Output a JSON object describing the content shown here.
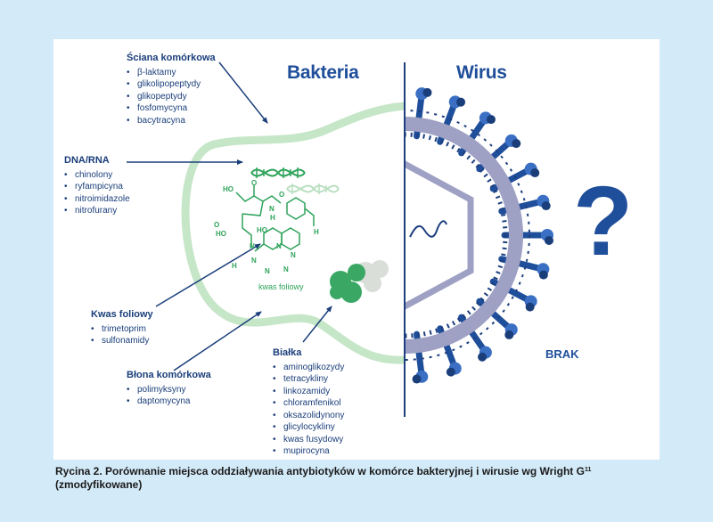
{
  "titles": {
    "bacteria": "Bakteria",
    "virus": "Wirus"
  },
  "question_mark": "?",
  "brak": "BRAK",
  "chem_label": "kwas foliowy",
  "chem_atoms": {
    "ho1": "HO",
    "o1": "O",
    "o2": "O",
    "nh": "N",
    "h1": "H",
    "o3": "O",
    "ho2": "HO",
    "h2": "H",
    "n1": "N",
    "n2": "N",
    "n3": "N",
    "n4": "N",
    "ho3": "HO",
    "h2n": "H",
    "n5": "N",
    "n6": "N"
  },
  "groups": {
    "cell_wall": {
      "title": "Ściana komórkowa",
      "items": [
        "β-laktamy",
        "glikolipopeptydy",
        "glikopeptydy",
        "fosfomycyna",
        "bacytracyna"
      ]
    },
    "dna_rna": {
      "title": "DNA/RNA",
      "items": [
        "chinolony",
        "ryfampicyna",
        "nitroimidazole",
        "nitrofurany"
      ]
    },
    "folic_acid": {
      "title": "Kwas foliowy",
      "items": [
        "trimetoprim",
        "sulfonamidy"
      ]
    },
    "membrane": {
      "title": "Błona komórkowa",
      "items": [
        "polimyksyny",
        "daptomycyna"
      ]
    },
    "proteins": {
      "title": "Białka",
      "items": [
        "aminoglikozydy",
        "tetracykliny",
        "linkozamidy",
        "chloramfenikol",
        "oksazolidynony",
        "glicylocykliny",
        "kwas fusydowy",
        "mupirocyna"
      ]
    }
  },
  "caption": {
    "text": "Rycina 2. Porównanie miejsca oddziaływania antybiotyków w komórce bakteryjnej i wirusie wg Wright G",
    "sup": "11",
    "tail": " (zmodyfikowane)"
  },
  "colors": {
    "navy": "#1a3e7a",
    "bright_blue": "#1f4e9a",
    "green": "#2ea35a",
    "light_green": "#c6e6c8",
    "gray_virus": "#9ea0c4",
    "background": "#d3eaf8"
  }
}
